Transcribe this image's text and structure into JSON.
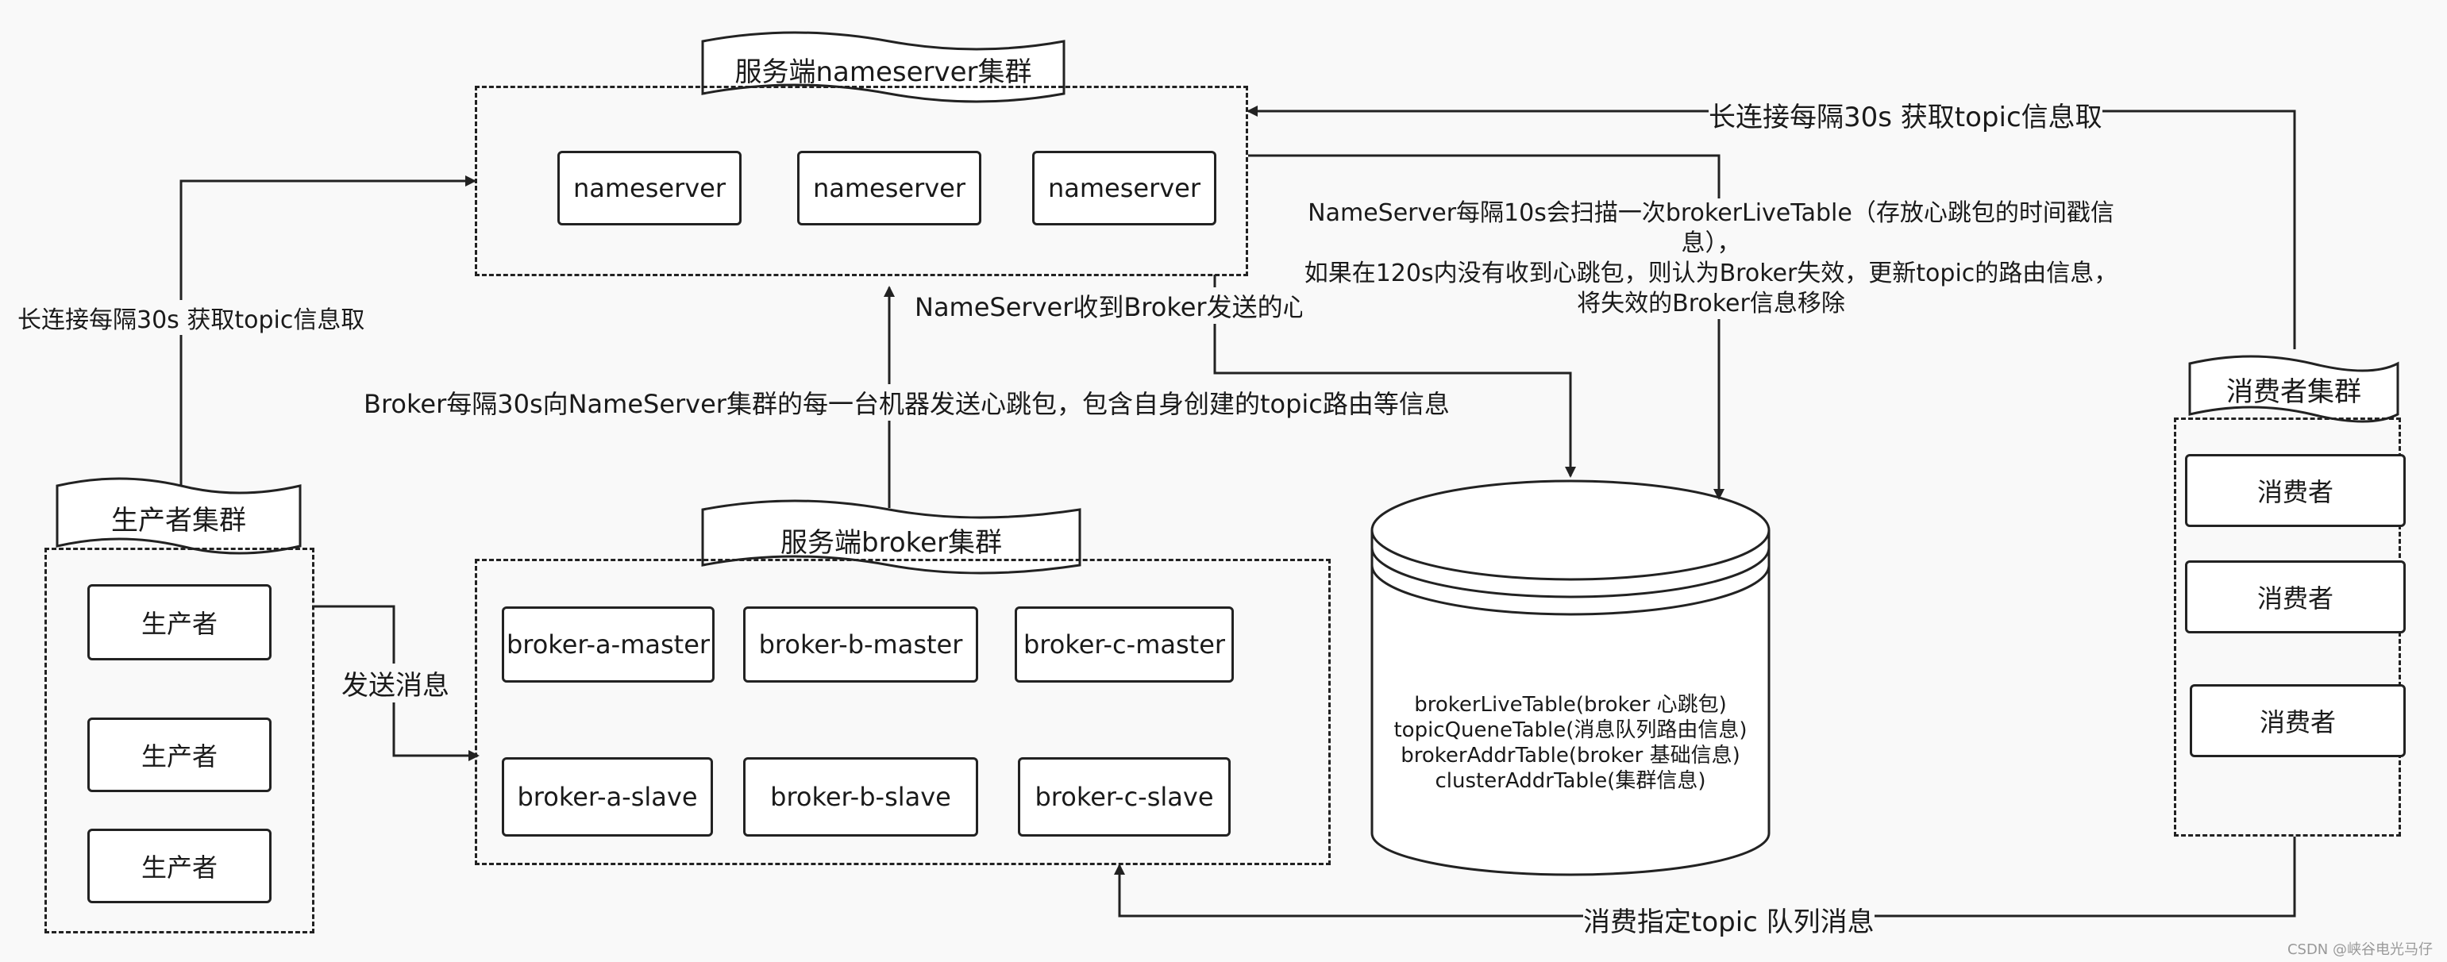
{
  "nameserver_cluster": {
    "title": "服务端nameserver集群",
    "nodes": [
      "nameserver",
      "nameserver",
      "nameserver"
    ]
  },
  "broker_cluster": {
    "title": "服务端broker集群",
    "masters": [
      "broker-a-master",
      "broker-b-master",
      "broker-c-master"
    ],
    "slaves": [
      "broker-a-slave",
      "broker-b-slave",
      "broker-c-slave"
    ]
  },
  "producer_cluster": {
    "title": "生产者集群",
    "nodes": [
      "生产者",
      "生产者",
      "生产者"
    ]
  },
  "consumer_cluster": {
    "title": "消费者集群",
    "nodes": [
      "消费者",
      "消费者",
      "消费者"
    ]
  },
  "database": {
    "tables": [
      "brokerLiveTable(broker 心跳包)",
      "topicQueneTable(消息队列路由信息)",
      "brokerAddrTable(broker 基础信息)",
      "clusterAddrTable(集群信息)"
    ]
  },
  "edge_labels": {
    "producer_to_nameserver": "长连接每隔30s 获取topic信息取",
    "consumer_to_nameserver": "长连接每隔30s 获取topic信息取",
    "broker_heartbeat": "Broker每隔30s向NameServer集群的每一台机器发送心跳包，包含自身创建的topic路由等信息",
    "nameserver_record": "NameServer收到Broker发送的心跳包时会记录时间戳",
    "send_message": "发送消息",
    "consume_message": "消费指定topic 队列消息",
    "scan_note": [
      "NameServer每隔10s会扫描一次brokerLiveTable（存放心跳包的时间戳信息），",
      "如果在120s内没有收到心跳包，则认为Broker失效，更新topic的路由信息，",
      "将失效的Broker信息移除"
    ]
  },
  "watermark": "CSDN @峡谷电光马仔"
}
